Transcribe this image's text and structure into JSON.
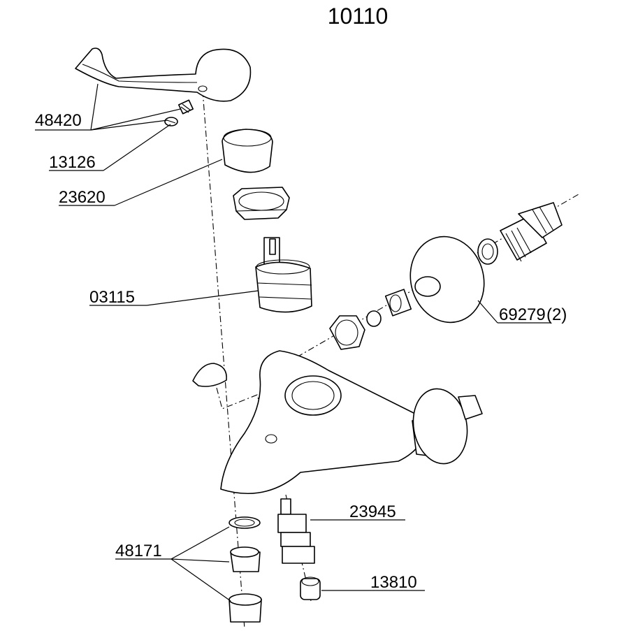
{
  "title": "10110",
  "parts": [
    {
      "number": "48420"
    },
    {
      "number": "13126"
    },
    {
      "number": "23620"
    },
    {
      "number": "03115"
    },
    {
      "number": "69279"
    },
    {
      "number": "23945"
    },
    {
      "number": "48171"
    },
    {
      "number": "13810"
    }
  ],
  "qty_note": "(2)"
}
